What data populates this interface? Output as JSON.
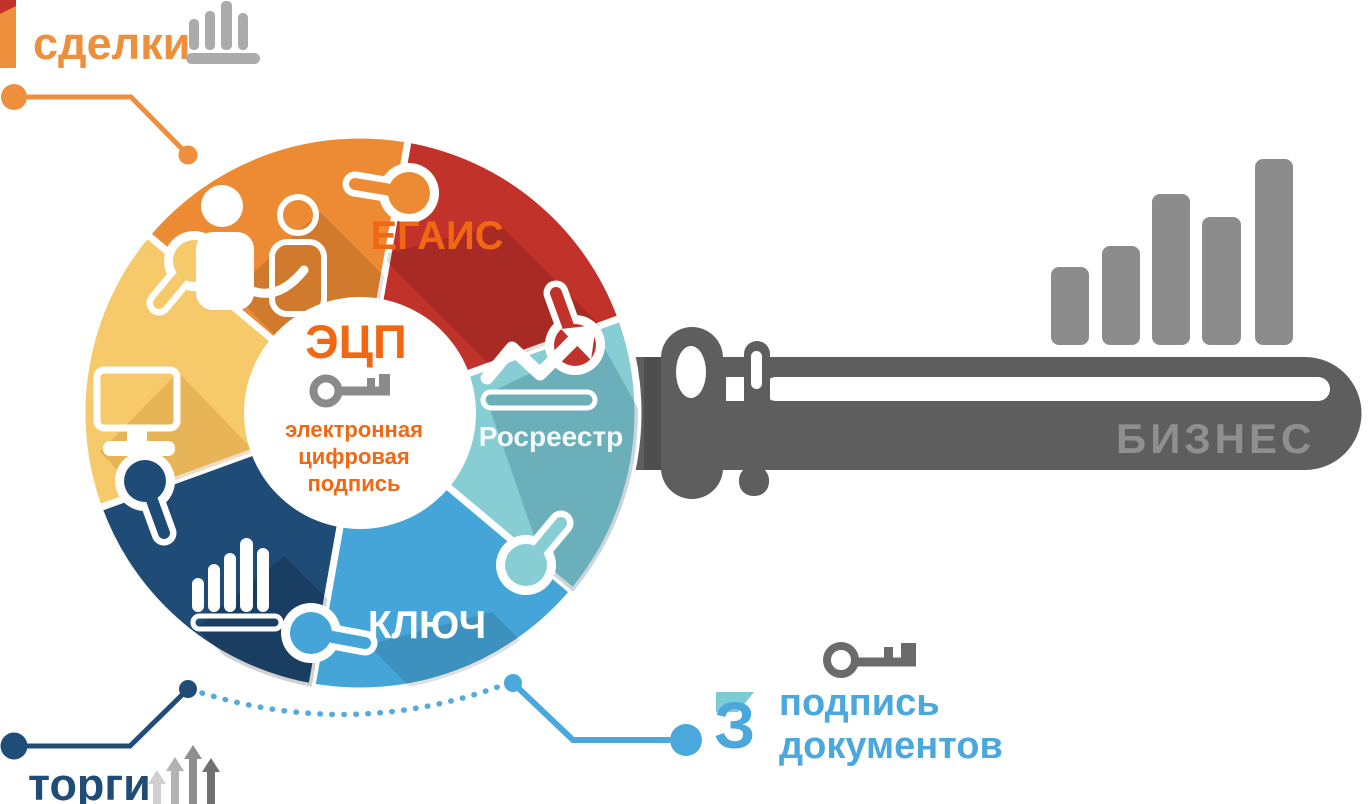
{
  "center": {
    "title": "ЭЦП",
    "line1": "электронная",
    "line2": "цифровая",
    "line3": "подпись"
  },
  "segments": {
    "egais_label": "ЕГАИС",
    "rosreestr_label": "Росреестр",
    "key_label": "КЛЮЧ"
  },
  "callouts": {
    "deals": "сделки",
    "auctions": "торги",
    "sign_mark": "З",
    "sign_line1": "подпись",
    "sign_line2": "документов"
  },
  "business_key": {
    "label": "БИЗНЕС"
  },
  "colors": {
    "orange_segment": "#EC8B33",
    "red_segment": "#C0322A",
    "teal_segment": "#87CDD4",
    "blue_segment": "#45A5D9",
    "navy_segment": "#1F4C77",
    "yellow_segment": "#F6C96B",
    "accent_orange_text": "#F26712",
    "label_orange": "#EE8F3D",
    "label_blue": "#4BA8DC",
    "label_navy": "#1F4D78",
    "key_shaft_gray": "#5E5E5E",
    "business_text_gray": "#8F8F8F",
    "growth_bars_gray": "#8C8C8C",
    "icon_gray": "#ABABAB"
  }
}
